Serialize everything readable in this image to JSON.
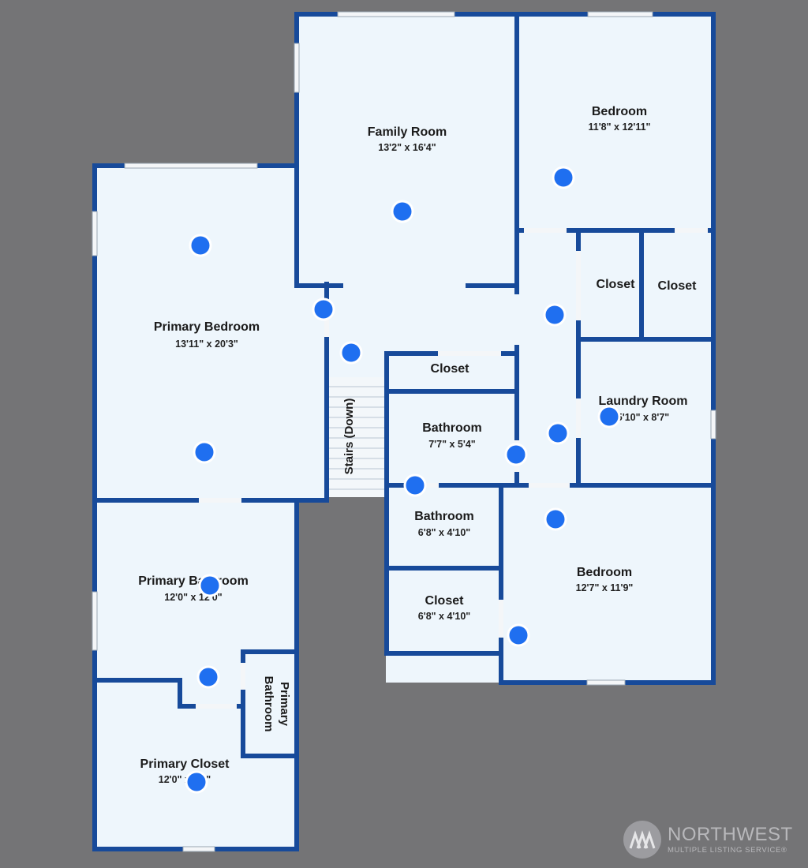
{
  "colors": {
    "background": "#747476",
    "floor": "#eef6fc",
    "wall": "#174a9a",
    "marker": "#1f6ff0",
    "marker_ring": "#ffffff",
    "logo": "#b8b8bb"
  },
  "rooms": {
    "family_room": {
      "label": "Family Room",
      "dims": "13'2\" x 16'4\""
    },
    "bedroom_ne": {
      "label": "Bedroom",
      "dims": "11'8\" x 12'11\""
    },
    "primary_bedroom": {
      "label": "Primary Bedroom",
      "dims": "13'11\" x 20'3\""
    },
    "closet_1": {
      "label": "Closet"
    },
    "closet_2": {
      "label": "Closet"
    },
    "closet_hall": {
      "label": "Closet"
    },
    "laundry_room": {
      "label": "Laundry Room",
      "dims": "5'10\" x 8'7\""
    },
    "bathroom_1": {
      "label": "Bathroom",
      "dims": "7'7\" x 5'4\""
    },
    "stairs": {
      "label": "Stairs (Down)"
    },
    "bathroom_2": {
      "label": "Bathroom",
      "dims": "6'8\" x 4'10\""
    },
    "bedroom_se": {
      "label": "Bedroom",
      "dims": "12'7\" x 11'9\""
    },
    "closet_3": {
      "label": "Closet",
      "dims": "6'8\" x 4'10\""
    },
    "primary_bathroom": {
      "label": "Primary Bathroom",
      "dims": "12'0\" x 12'0\""
    },
    "primary_bathroom_wc": {
      "label_line1": "Primary",
      "label_line2": "Bathroom"
    },
    "primary_closet": {
      "label": "Primary Closet",
      "dims": "12'0\" x 8'0\""
    }
  },
  "logo": {
    "name": "NORTHWEST",
    "subtitle": "MULTIPLE LISTING SERVICE®",
    "icon": "nwmls-logo-icon"
  },
  "markers_icon": "camera-position-marker-icon"
}
